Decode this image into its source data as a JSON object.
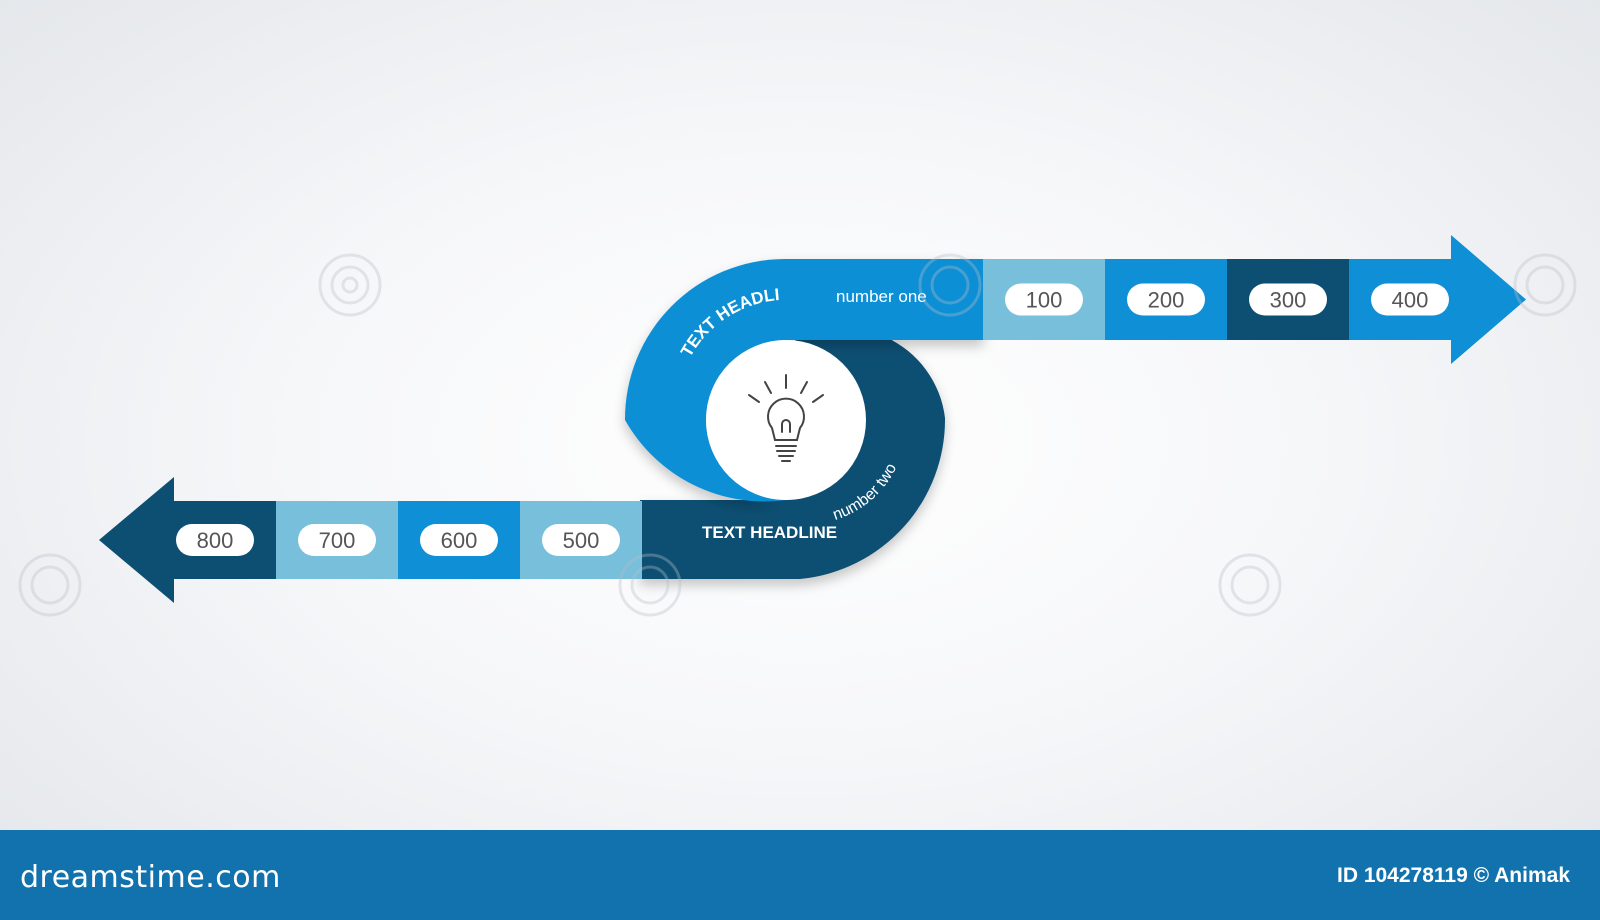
{
  "diagram": {
    "headline_one": {
      "bold": "TEXT HEADLINE",
      "light": "number one"
    },
    "headline_two": {
      "bold": "TEXT HEADLINE",
      "light": "number two"
    },
    "center_icon": "lightbulb-icon",
    "top_steps": [
      {
        "label": "100",
        "color": "#78bfdc"
      },
      {
        "label": "200",
        "color": "#0f8fd6"
      },
      {
        "label": "300",
        "color": "#0d4f73"
      },
      {
        "label": "400",
        "color": "#0f8fd6"
      }
    ],
    "bottom_steps": [
      {
        "label": "500",
        "color": "#78bfdc"
      },
      {
        "label": "600",
        "color": "#0f8fd6"
      },
      {
        "label": "700",
        "color": "#78bfdc"
      },
      {
        "label": "800",
        "color": "#0d4f73"
      }
    ],
    "colors": {
      "light_blue": "#78bfdc",
      "mid_blue": "#0f8fd6",
      "dark_blue": "#0d4f73",
      "footer": "#1272ad"
    }
  },
  "footer": {
    "site": "dreamstime.com",
    "credit": "ID 104278119 © Animak"
  }
}
